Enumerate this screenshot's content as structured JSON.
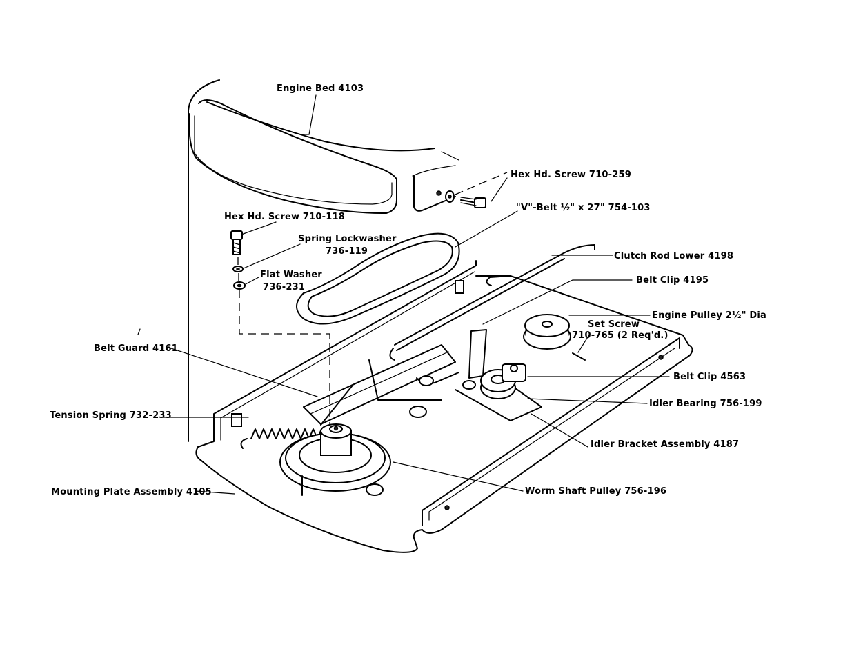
{
  "labels": {
    "engine_bed": "Engine Bed 4103",
    "hex_screw_259": "Hex Hd. Screw 710-259",
    "v_belt": "\"V\"-Belt ½\" x 27\" 754-103",
    "hex_screw_118": "Hex Hd. Screw 710-118",
    "spring_lockwasher_1": "Spring Lockwasher",
    "spring_lockwasher_2": "736-119",
    "clutch_rod": "Clutch Rod Lower 4198",
    "flat_washer_1": "Flat Washer",
    "flat_washer_2": "736-231",
    "belt_clip_4195": "Belt Clip 4195",
    "engine_pulley": "Engine Pulley 2½\" Dia",
    "set_screw_1": "Set Screw",
    "set_screw_2": "710-765 (2 Req'd.)",
    "belt_guard": "Belt Guard 4161",
    "belt_clip_4563": "Belt Clip 4563",
    "tension_spring": "Tension Spring 732-233",
    "idler_bearing": "Idler Bearing 756-199",
    "idler_bracket": "Idler Bracket Assembly 4187",
    "mounting_plate": "Mounting Plate Assembly 4105",
    "worm_shaft_pulley": "Worm Shaft Pulley 756-196"
  },
  "colors": {
    "ink": "#000000",
    "paper": "#ffffff"
  }
}
